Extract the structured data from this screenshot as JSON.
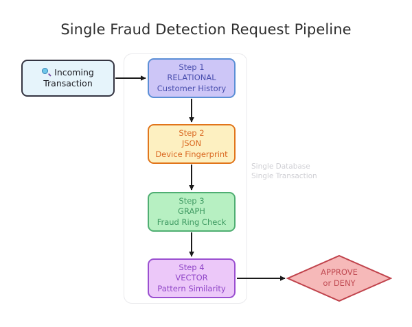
{
  "diagram": {
    "title": "Single Fraud Detection Request Pipeline",
    "annotation": {
      "line_1": "Single Database",
      "line_2": "Single Transaction"
    },
    "entry_node": {
      "icon": "magnifier-icon",
      "line_1": "Incoming",
      "line_2": "Transaction",
      "fill": "#e6f4fb",
      "border": "#333340"
    },
    "steps": [
      {
        "step_label": "Step 1",
        "model": "RELATIONAL",
        "description": "Customer History",
        "fill": "#cdc6f7",
        "border": "#5b8fd6",
        "text": "#4a4fae"
      },
      {
        "step_label": "Step 2",
        "model": "JSON",
        "description": "Device Fingerprint",
        "fill": "#fdf0c1",
        "border": "#e1751b",
        "text": "#d9661f"
      },
      {
        "step_label": "Step 3",
        "model": "GRAPH",
        "description": "Fraud Ring Check",
        "fill": "#b7f0c2",
        "border": "#4fae72",
        "text": "#3f9a62"
      },
      {
        "step_label": "Step 4",
        "model": "VECTOR",
        "description": "Pattern Similarity",
        "fill": "#ecc8f9",
        "border": "#9a4fd0",
        "text": "#8f45c7"
      }
    ],
    "decision": {
      "line_1": "APPROVE",
      "line_2": "or DENY",
      "fill": "#f6b9b9",
      "border": "#c0434c",
      "text": "#c04a52"
    },
    "arrow_color": "#1a1a1a",
    "container_border": "#e9e9ec",
    "background": "#ffffff"
  }
}
